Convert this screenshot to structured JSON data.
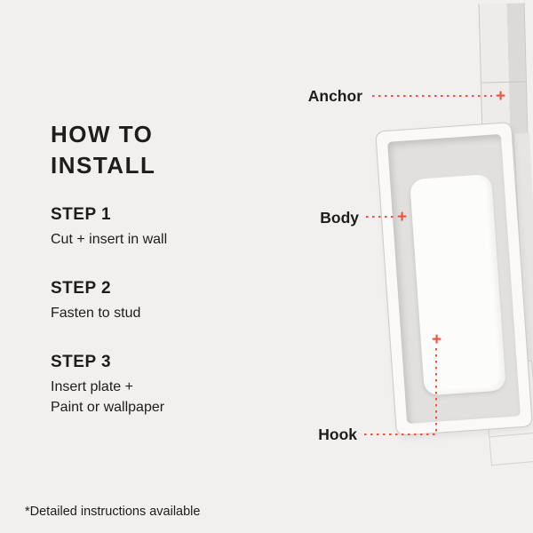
{
  "colors": {
    "background": "#f1f0ee",
    "accent": "#f0503c",
    "text": "#1d1d1b"
  },
  "left_panel": {
    "title_lines": [
      "HOW TO",
      "INSTALL"
    ],
    "steps": [
      {
        "heading": "STEP 1",
        "lines": [
          "Cut + insert in wall"
        ]
      },
      {
        "heading": "STEP 2",
        "lines": [
          "Fasten to stud"
        ]
      },
      {
        "heading": "STEP 3",
        "lines": [
          "Insert plate +",
          "Paint or wallpaper"
        ]
      }
    ],
    "footnote": "*Detailed instructions available"
  },
  "diagram": {
    "plus_symbol": "+",
    "labels": {
      "anchor": "Anchor",
      "body": "Body",
      "hook": "Hook"
    }
  }
}
